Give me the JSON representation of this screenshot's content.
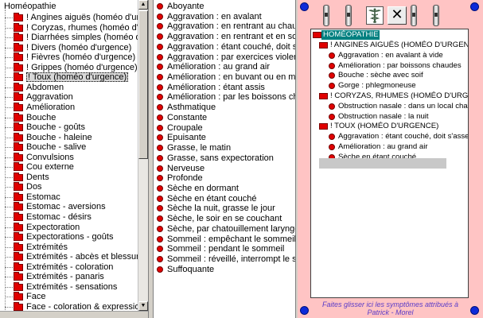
{
  "left_tree": {
    "root_label": "Homéopathie",
    "items": [
      "! Angines aiguës (homéo d'urgence)",
      "! Coryzas, rhumes (homéo d'urgence)",
      "! Diarrhées simples (homéo d'urgence)",
      "! Divers (homéo d'urgence)",
      "! Fièvres (homéo d'urgence)",
      "! Grippes (homéo d'urgence)",
      "! Toux (homéo d'urgence)",
      "Abdomen",
      "Aggravation",
      "Amélioration",
      "Bouche",
      "Bouche - goûts",
      "Bouche - haleine",
      "Bouche - salive",
      "Convulsions",
      "Cou externe",
      "Dents",
      "Dos",
      "Estomac",
      "Estomac - aversions",
      "Estomac - désirs",
      "Expectoration",
      "Expectorations - goûts",
      "Extrémités",
      "Extrémités - abcès et blessures",
      "Extrémités - coloration",
      "Extrémités - panaris",
      "Extrémités - sensations",
      "Face",
      "Face - coloration & expression"
    ],
    "selected_index": 6
  },
  "symptoms": [
    "Aboyante",
    "Aggravation : en avalant",
    "Aggravation : en rentrant au chaud",
    "Aggravation : en rentrant et en sortant",
    "Aggravation : étant couché, doit s'asseoir",
    "Aggravation : par exercices violents",
    "Amélioration : au grand air",
    "Amélioration : en buvant ou en mangeant",
    "Amélioration : étant assis",
    "Amélioration : par les boissons chaudes",
    "Asthmatique",
    "Constante",
    "Croupale",
    "Epuisante",
    "Grasse, le matin",
    "Grasse, sans expectoration",
    "Nerveuse",
    "Profonde",
    "Sèche en dormant",
    "Sèche en étant couché",
    "Sèche la nuit, grasse le jour",
    "Sèche, le soir en se couchant",
    "Sèche, par chatouillement laryngé",
    "Sommeil : empêchant le sommeil",
    "Sommeil : pendant le sommeil",
    "Sommeil : réveillé, interrompt le sommeil",
    "Suffoquante"
  ],
  "board": {
    "root_label": "HOMÉOPATHIE",
    "groups": [
      {
        "label": "! ANGINES AIGUËS (HOMÉO D'URGENCE)",
        "items": [
          "Aggravation : en avalant à vide",
          "Amélioration : par boissons chaudes",
          "Bouche : sèche avec soif",
          "Gorge : phlegmoneuse"
        ]
      },
      {
        "label": "! CORYZAS, RHUMES (HOMÉO D'URGENCE)",
        "items": [
          "Obstruction nasale : dans un local chaud",
          "Obstruction nasale : la nuit"
        ]
      },
      {
        "label": "! TOUX (HOMÉO D'URGENCE)",
        "items": [
          "Aggravation : étant couché, doit s'asseoir",
          "Amélioration : au grand air",
          "Sèche en étant couché"
        ]
      }
    ],
    "footer": "Faites glisser ici les symptômes attribués à Patrick - Morel"
  },
  "icons": {
    "logo": "caduceus-icon",
    "close": "close-icon",
    "close_glyph": "✕"
  },
  "colors": {
    "folder_red": "#e00000",
    "board_bg": "#ffc4c4",
    "root_highlight": "#008080",
    "pin_blue": "#0d2ad9",
    "footer_text": "#5a3cc8"
  }
}
